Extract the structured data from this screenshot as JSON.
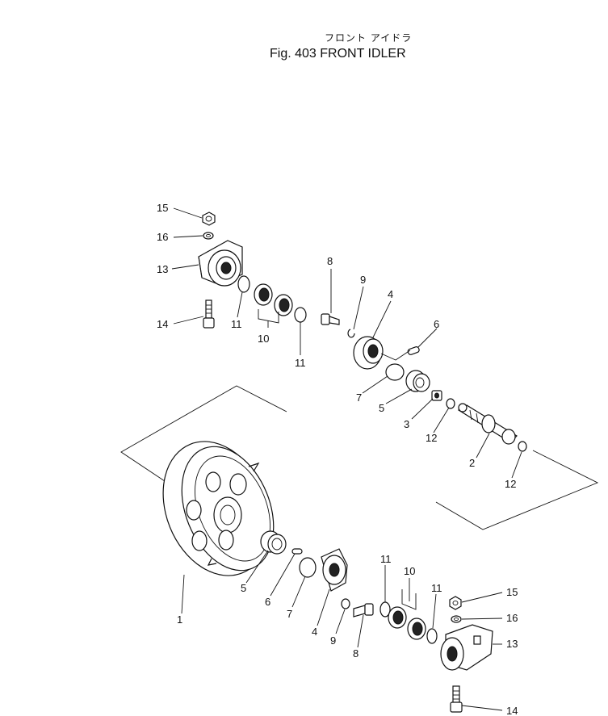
{
  "header": {
    "title_jp": "フロント アイドラ",
    "title_en": "Fig. 403 FRONT IDLER"
  },
  "callouts": {
    "c15a": "15",
    "c16a": "16",
    "c13a": "13",
    "c14a": "14",
    "c11a": "11",
    "c10a": "10",
    "c11b": "11",
    "c8a": "8",
    "c9a": "9",
    "c4a": "4",
    "c6a": "6",
    "c7a": "7",
    "c5a": "5",
    "c3a": "3",
    "c12a": "12",
    "c2": "2",
    "c12b": "12",
    "c1": "1",
    "c5b": "5",
    "c6b": "6",
    "c7b": "7",
    "c4b": "4",
    "c9b": "9",
    "c8b": "8",
    "c11c": "11",
    "c10b": "10",
    "c11d": "11",
    "c15b": "15",
    "c16b": "16",
    "c13b": "13",
    "c14b": "14"
  }
}
